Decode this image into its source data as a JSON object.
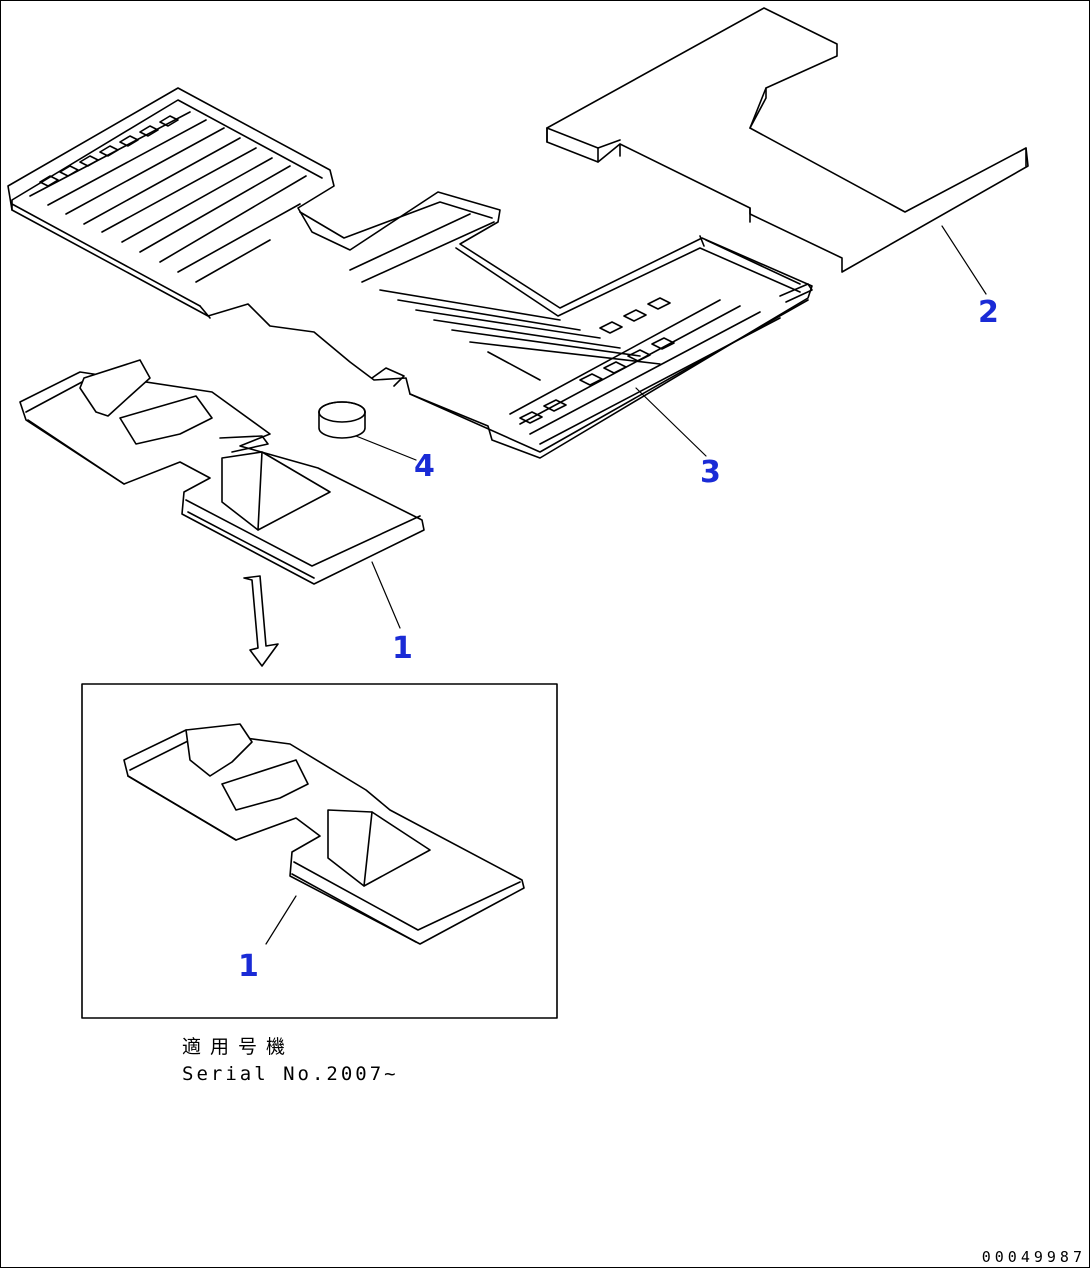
{
  "diagram": {
    "callouts": [
      {
        "id": "c2",
        "label": "2"
      },
      {
        "id": "c3",
        "label": "3"
      },
      {
        "id": "c4",
        "label": "4"
      },
      {
        "id": "c1",
        "label": "1"
      },
      {
        "id": "c1b",
        "label": "1"
      }
    ],
    "applicability_jp": "適用号機",
    "applicability_en": "Serial No.2007~",
    "drawing_number": "00049987",
    "callout_color": "#1a2bd6"
  }
}
